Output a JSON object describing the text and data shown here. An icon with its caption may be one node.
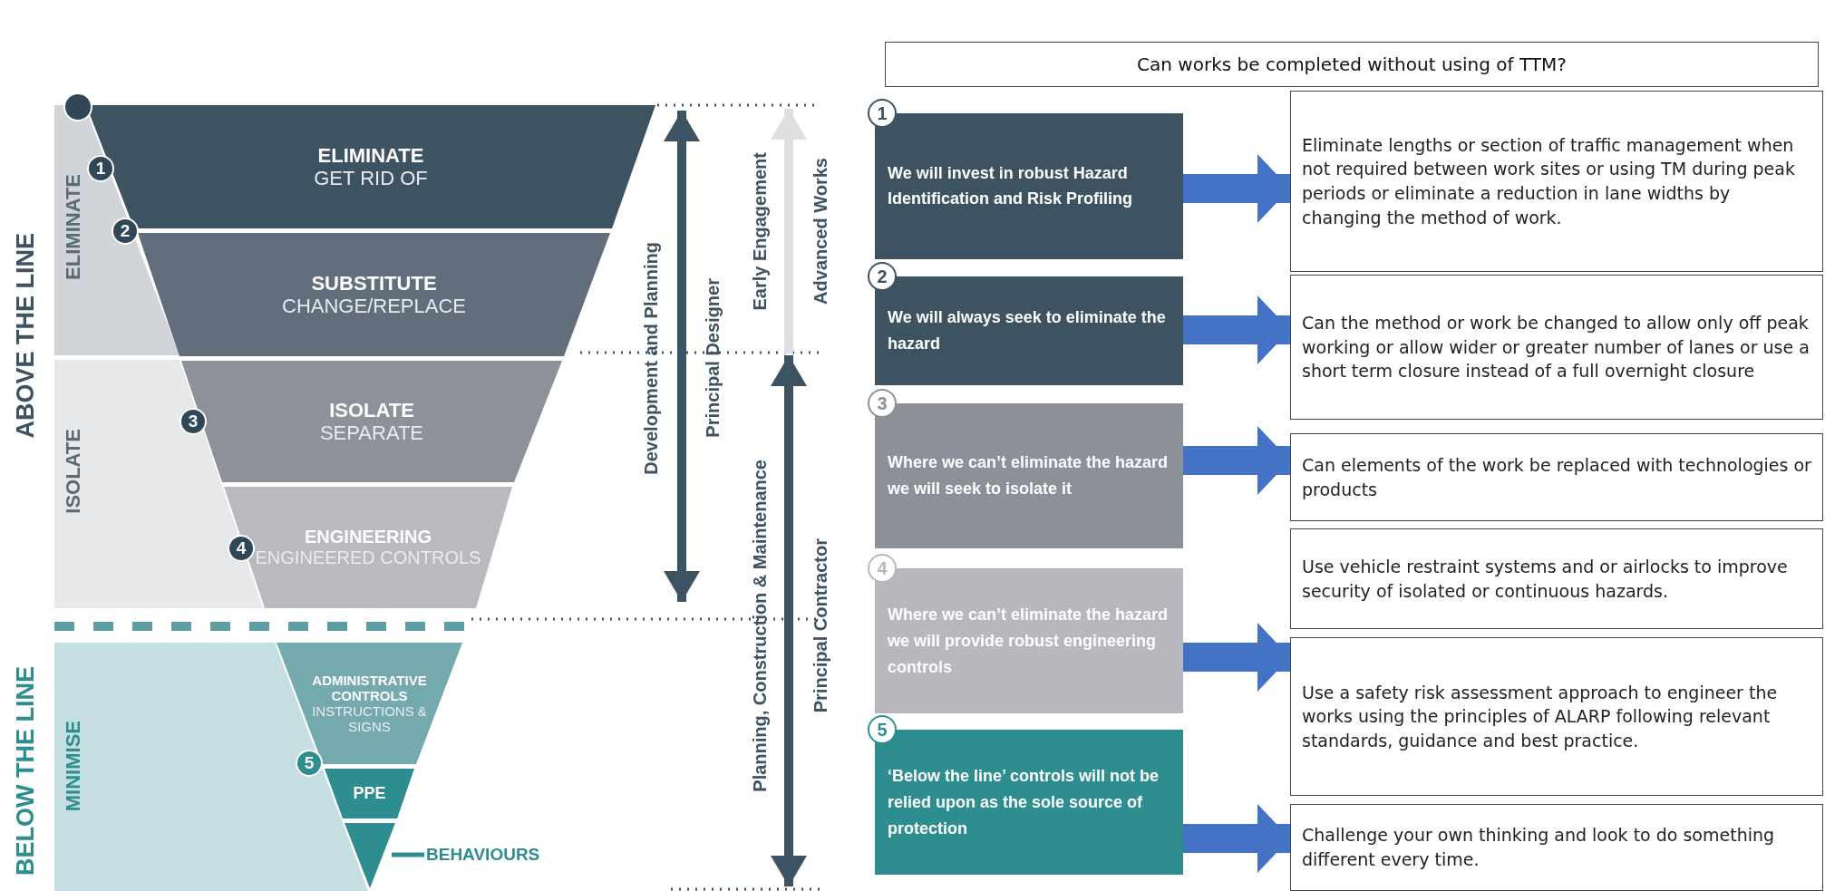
{
  "diagram": {
    "nodes": [
      {
        "text": [
          "Can works be completed without using of TTM?"
        ]
      },
      {
        "text": [
          "ELIMINATE"
        ]
      },
      {
        "text": [
          "ISOLATE"
        ]
      },
      {
        "text": [
          "MINIMISE"
        ]
      },
      {
        "text": [
          "ELIMINATE",
          "GET RID OF"
        ]
      },
      {
        "text": [
          "SUBSTITUTE",
          "CHANGE/REPLACE"
        ]
      },
      {
        "text": [
          "ISOLATE",
          "SEPARATE"
        ]
      },
      {
        "text": [
          "ENGINEERING",
          "ENGINEERED CONTROLS"
        ]
      },
      {
        "text": [
          "ADMINISTRATIVE CONTROLS",
          "INSTRUCTIONS & SIGNS"
        ]
      },
      {
        "text": [
          "PPE"
        ]
      },
      {
        "text": [],
        "shape": "triangle"
      },
      {
        "text": [
          "BEHAVIOURS"
        ]
      },
      {
        "text": [
          "1",
          "We will invest in robust Hazard Identification and Risk Profiling"
        ]
      },
      {
        "text": [
          "2",
          "We will always seek to eliminate the hazard"
        ]
      },
      {
        "text": [
          "3",
          "Where we can’t eliminate the hazard we will seek to isolate it"
        ]
      },
      {
        "text": [
          "4",
          "Where we can’t eliminate the hazard we will provide robust engineering controls"
        ]
      },
      {
        "text": [
          "5",
          "‘Below the line’ controls will not be relied upon as the sole source of protection"
        ]
      },
      {
        "text": [
          "Eliminate lengths or section of traffic management when not required between work sites or using TM during peak periods or eliminate a reduction in lane widths by changing the method of work."
        ]
      },
      {
        "text": [
          "Can the method or work be changed to allow only off peak working or allow wider or greater number of lanes or use a short term closure instead of a full overnight closure"
        ]
      },
      {
        "text": [
          "Can elements of the work be replaced with technologies or products"
        ]
      },
      {
        "text": [
          "Use vehicle restraint systems and or airlocks to improve security of isolated or continuous hazards."
        ]
      },
      {
        "text": [
          "Use a safety risk assessment approach to engineer the works using the principles of ALARP following relevant standards, guidance and best practice."
        ]
      },
      {
        "text": [
          "Challenge your own thinking and look to do something different every time."
        ]
      }
    ],
    "edges": [
      {
        "from": 11,
        "to": 10,
        "arrow": "none"
      },
      {
        "from": 12,
        "to": 17,
        "arrow": "to"
      },
      {
        "from": 13,
        "to": 18,
        "arrow": "to"
      },
      {
        "from": 14,
        "to": 19,
        "arrow": "to"
      },
      {
        "from": 15,
        "to": 21,
        "arrow": "to"
      },
      {
        "from": 16,
        "to": 22,
        "arrow": "to"
      }
    ],
    "labels": [
      "ABOVE THE LINE",
      "BELOW THE LINE",
      "1",
      "2",
      "3",
      "4",
      "5",
      "Development and Planning",
      "Principal Designer",
      "Early Engagement",
      "Advanced Works",
      "Planning, Construction & Maintenance",
      "Principal Contractor"
    ]
  }
}
